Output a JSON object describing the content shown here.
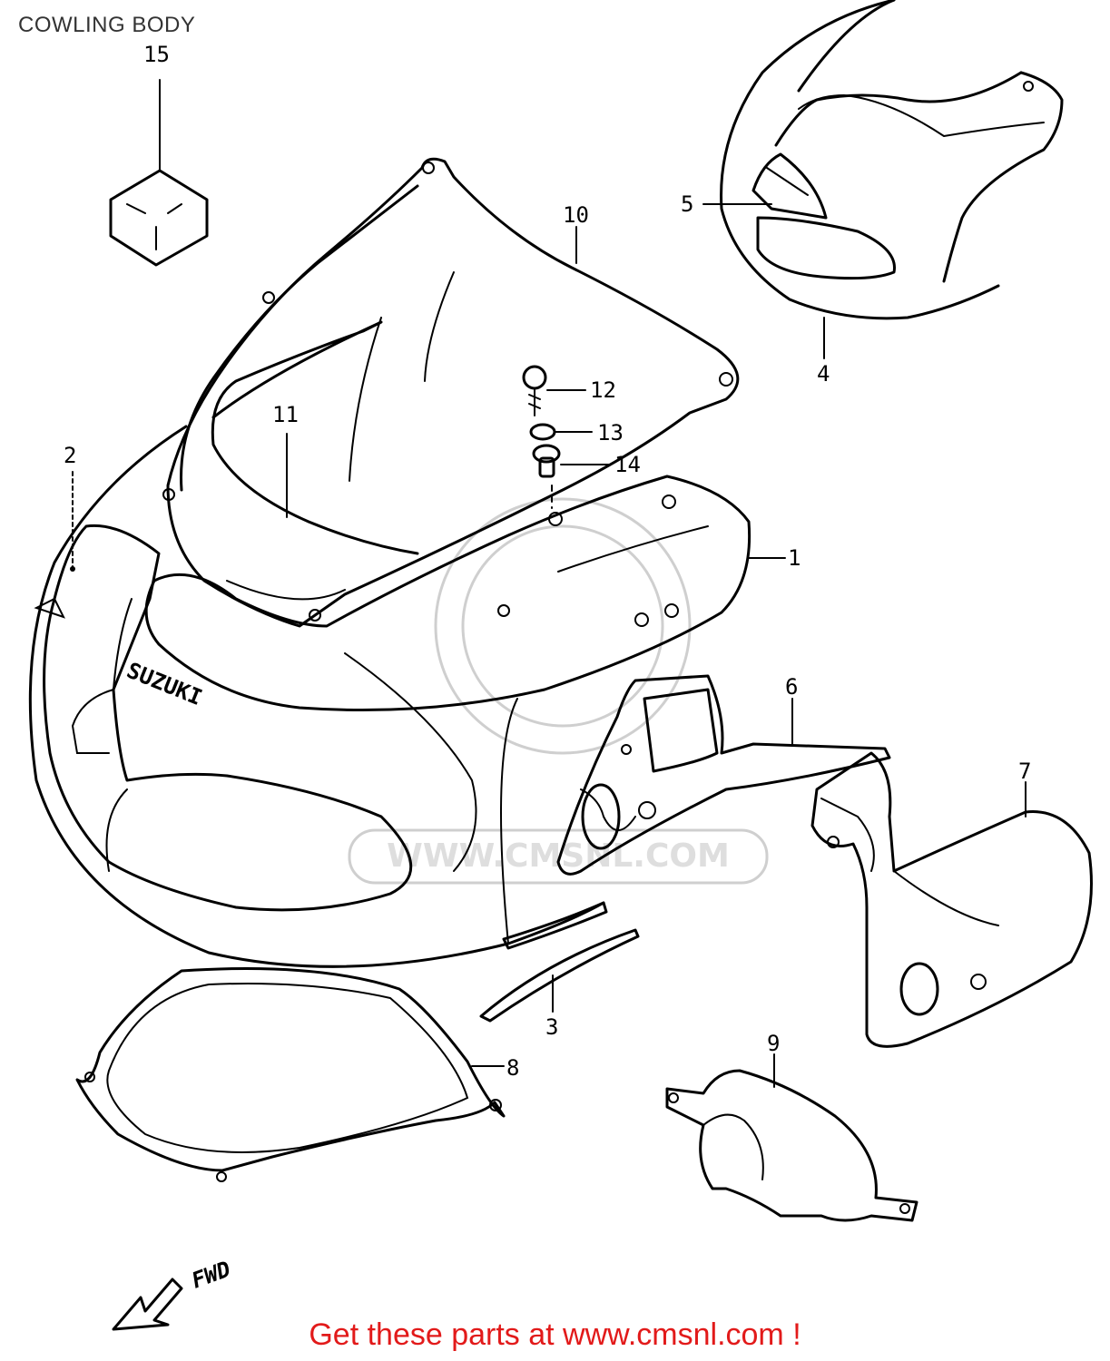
{
  "title": "COWLING BODY",
  "callouts": {
    "c1": "1",
    "c2": "2",
    "c3": "3",
    "c4": "4",
    "c5": "5",
    "c6": "6",
    "c7": "7",
    "c8": "8",
    "c9": "9",
    "c10": "10",
    "c11": "11",
    "c12": "12",
    "c13": "13",
    "c14": "14",
    "c15": "15"
  },
  "brand_mark": "SUZUKI",
  "direction_mark": "FWD",
  "watermark": "WWW.CMSNL.COM",
  "footer": "Get these parts at www.cmsnl.com !",
  "colors": {
    "footer": "#e21a1a",
    "line": "#000000",
    "watermark": "#cfcfcf"
  }
}
